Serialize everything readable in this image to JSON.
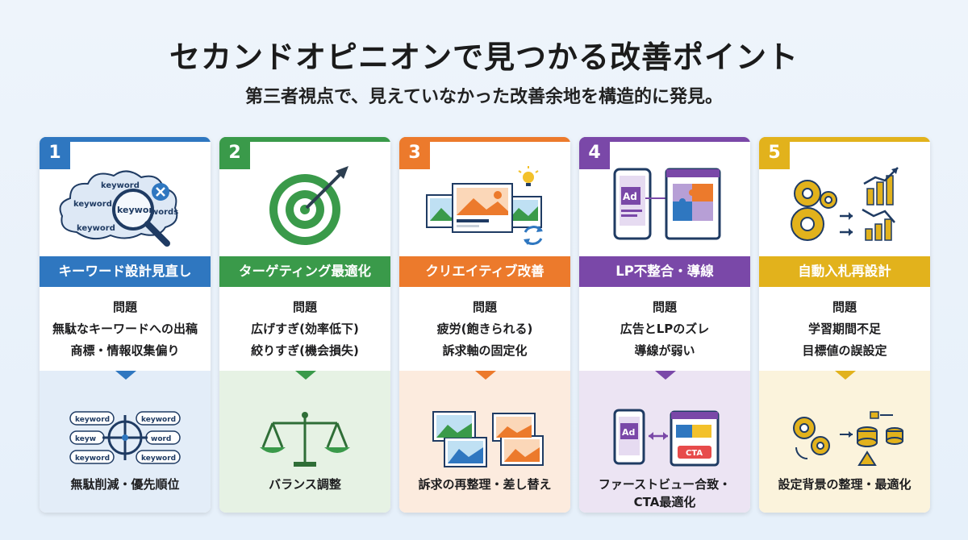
{
  "title": "セカンドオピニオンで見つかる改善ポイント",
  "subtitle": "第三者視点で、見えていなかった改善余地を構造的に発見。",
  "cards": [
    {
      "number": "1",
      "heading": "キーワード設計見直し",
      "problem_label": "問題",
      "problems": [
        "無駄なキーワードへの出稿",
        "商標・情報収集偏り"
      ],
      "solution": "無駄削減・優先順位",
      "color": "#2f77c0",
      "light": "#e3edf8",
      "illus_words": [
        "keyword",
        "keyword",
        "keywor",
        "keyword",
        "words"
      ],
      "illus2_words": [
        "keyword",
        "keyword",
        "keyw",
        "word",
        "keyword",
        "keyword"
      ]
    },
    {
      "number": "2",
      "heading": "ターゲティング最適化",
      "problem_label": "問題",
      "problems": [
        "広げすぎ(効率低下)",
        "絞りすぎ(機会損失)"
      ],
      "solution": "バランス調整",
      "color": "#3a9a4a",
      "light": "#e6f2e4"
    },
    {
      "number": "3",
      "heading": "クリエイティブ改善",
      "problem_label": "問題",
      "problems": [
        "疲労(飽きられる)",
        "訴求軸の固定化"
      ],
      "solution": "訴求の再整理・差し替え",
      "color": "#ec7a2c",
      "light": "#fcebde"
    },
    {
      "number": "4",
      "heading": "LP不整合・導線",
      "problem_label": "問題",
      "problems": [
        "広告とLPのズレ",
        "導線が弱い"
      ],
      "solution": [
        "ファーストビュー合致・",
        "CTA最適化"
      ],
      "color": "#7a48a8",
      "light": "#ece4f3",
      "ad_label": "Ad",
      "cta_label": "CTA"
    },
    {
      "number": "5",
      "heading": "自動入札再設計",
      "problem_label": "問題",
      "problems": [
        "学習期間不足",
        "目標値の誤設定"
      ],
      "solution": "設定背景の整理・最適化",
      "color": "#e2b21c",
      "light": "#fbf3dc"
    }
  ]
}
